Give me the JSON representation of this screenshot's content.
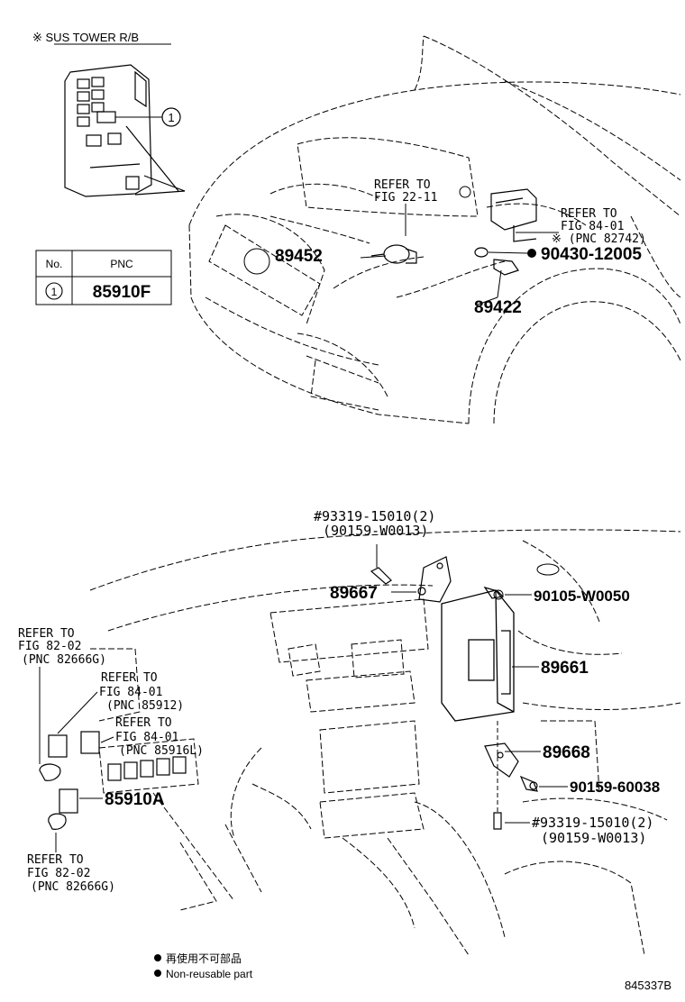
{
  "top": {
    "sus_tower_note": "※  SUS TOWER R/B",
    "callout_number": "1",
    "table": {
      "header_no": "No.",
      "header_pnc": "PNC",
      "row_no": "1",
      "row_pnc": "85910F"
    },
    "refer_22_11": [
      "REFER TO",
      "FIG 22-11"
    ],
    "refer_84_01_top": [
      "REFER TO",
      "FIG 84-01",
      "※ (PNC 82742)"
    ],
    "parts": {
      "p89452": "89452",
      "p90430": "90430-12005",
      "p89422": "89422"
    }
  },
  "bottom": {
    "bolt_top": [
      "#93319-15010(2)",
      "(90159-W0013)"
    ],
    "parts": {
      "p89667": "89667",
      "p90105": "90105-W0050",
      "p89661": "89661",
      "p89668": "89668",
      "p90159_60038": "90159-60038",
      "p85910A": "85910A"
    },
    "bolt_bottom": [
      "#93319-15010(2)",
      "(90159-W0013)"
    ],
    "refer_82_02_top": [
      "REFER TO",
      "FIG 82-02",
      "(PNC 82666G)"
    ],
    "refer_84_01_a": [
      "REFER TO",
      "FIG 84-01",
      "(PNC 85912)"
    ],
    "refer_84_01_b": [
      "REFER TO",
      "FIG 84-01",
      "(PNC 85916L)"
    ],
    "refer_82_02_bottom": [
      "REFER TO",
      "FIG 82-02",
      "(PNC 82666G)"
    ]
  },
  "legend": {
    "jp": "再使用不可部品",
    "en": "Non-reusable part"
  },
  "figure_code": "845337B"
}
